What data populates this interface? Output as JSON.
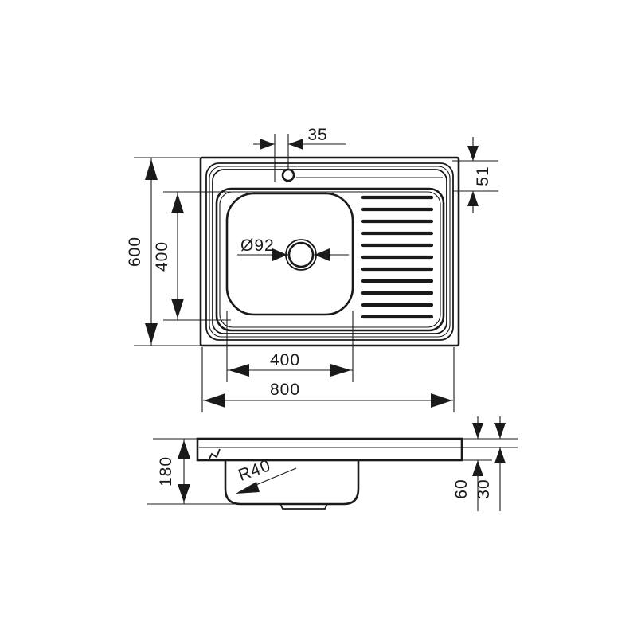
{
  "document": {
    "type": "technical-drawing",
    "subject": "kitchen sink with right-hand drainboard",
    "units": "mm",
    "background_color": "#ffffff",
    "line_color": "#1a1a1a"
  },
  "views": {
    "top": {
      "name": "top-view",
      "features": [
        "outer-rim",
        "inset-rim-bands",
        "bowl",
        "tap-hole",
        "drain-opening",
        "drainboard-ribs"
      ],
      "rib_count": 11
    },
    "section": {
      "name": "section-view",
      "features": [
        "flange-bar",
        "bowl-profile",
        "break-symbol",
        "drain-boss"
      ]
    }
  },
  "dimensions": {
    "tap_hole_offset": {
      "label": "35",
      "view": "top",
      "orientation": "horizontal"
    },
    "rim_depth_top": {
      "label": "51",
      "view": "top",
      "orientation": "vertical"
    },
    "overall_depth": {
      "label": "600",
      "view": "top",
      "orientation": "vertical"
    },
    "bowl_depth": {
      "label": "400",
      "view": "top",
      "orientation": "vertical"
    },
    "drain_diameter": {
      "label": "Ø92",
      "view": "top",
      "orientation": "horizontal"
    },
    "bowl_width": {
      "label": "400",
      "view": "top",
      "orientation": "horizontal"
    },
    "overall_width": {
      "label": "800",
      "view": "top",
      "orientation": "horizontal"
    },
    "bowl_height": {
      "label": "180",
      "view": "section",
      "orientation": "vertical"
    },
    "corner_radius": {
      "label": "R40",
      "view": "section",
      "orientation": "leader"
    },
    "flange_height": {
      "label": "60",
      "view": "section",
      "orientation": "vertical"
    },
    "lip_height": {
      "label": "30",
      "view": "section",
      "orientation": "vertical"
    }
  }
}
